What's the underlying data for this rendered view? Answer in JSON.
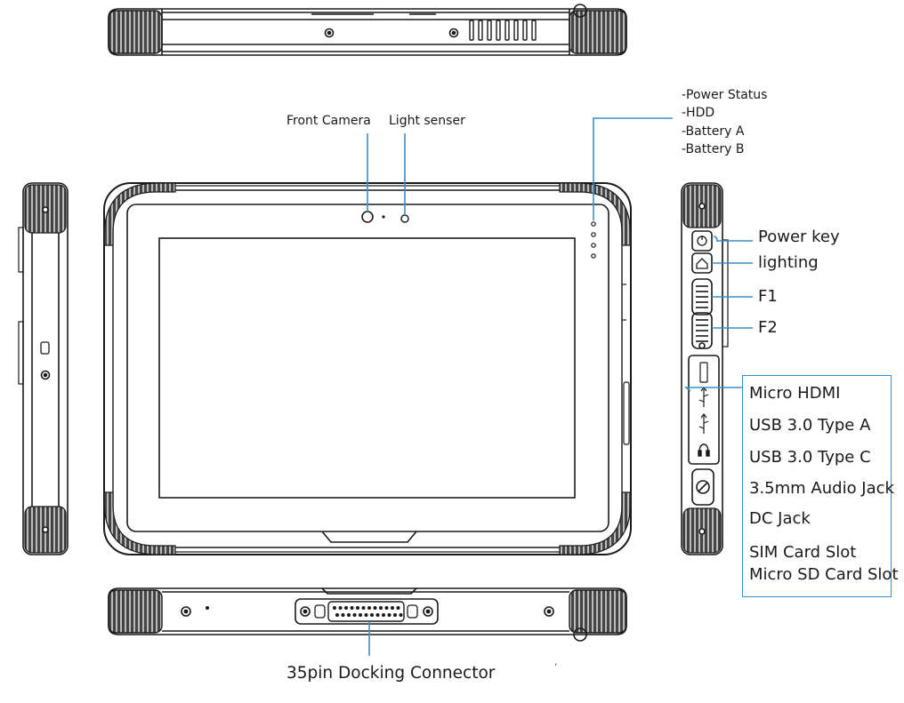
{
  "labels": {
    "front_camera": "Front Camera",
    "light_sensor": "Light senser",
    "indicators": [
      "-Power Status",
      "-HDD",
      "-Battery A",
      "-Battery B"
    ],
    "power_key": "Power key",
    "lighting": "lighting",
    "f1": "F1",
    "f2": "F2",
    "ports": [
      "Micro HDMI",
      "USB 3.0 Type A",
      "USB 3.0 Type C",
      "3.5mm Audio Jack",
      "DC Jack",
      "SIM Card Slot",
      "Micro SD Card Slot"
    ],
    "docking": "35pin Docking Connector"
  },
  "icons": [
    "camera-icon",
    "light-sensor-icon",
    "power-icon",
    "home-icon",
    "usb-icon",
    "headphone-icon"
  ],
  "colors": {
    "line_art": "#1a1a1a",
    "callout_line": "#3d8ec9",
    "port_box_border": "#3d8ec9"
  }
}
